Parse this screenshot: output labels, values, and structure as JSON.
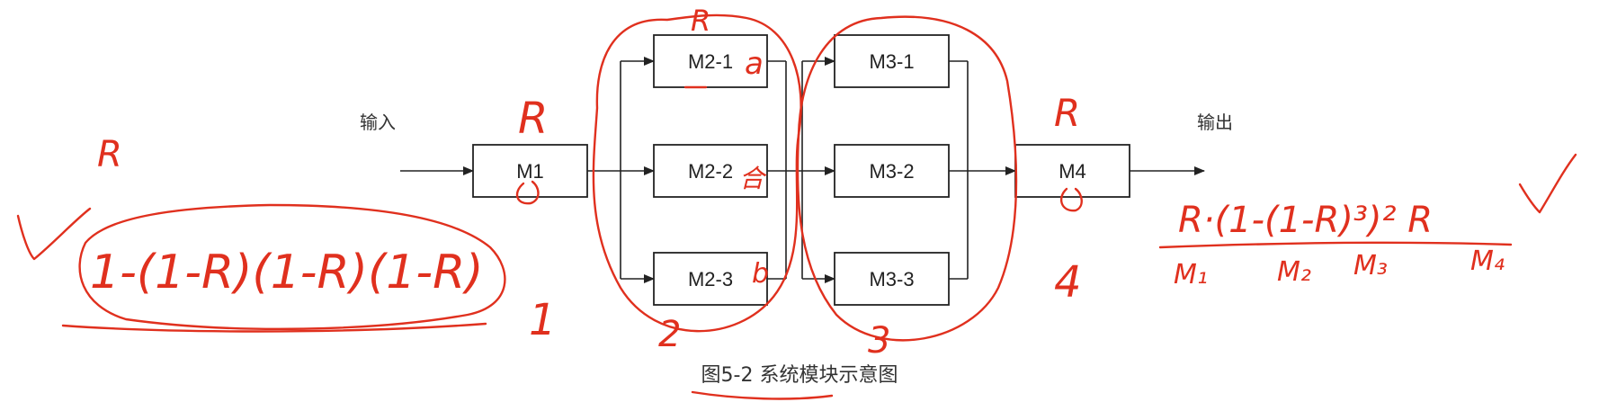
{
  "diagram": {
    "input_label": "输入",
    "output_label": "输出",
    "caption": "图5-2 系统模块示意图",
    "modules": {
      "m1": "M1",
      "m2_1": "M2-1",
      "m2_2": "M2-2",
      "m2_3": "M2-3",
      "m3_1": "M3-1",
      "m3_2": "M3-2",
      "m3_3": "M3-3",
      "m4": "M4"
    }
  },
  "annotations": {
    "r_left": "R",
    "r_m1": "R",
    "r_m2": "R",
    "r_m4": "R",
    "formula_parallel": "1-(1-R)(1-R)(1-R)",
    "formula_system": "R·(1-(1-R)³)²  R",
    "under_m1": "M₁",
    "under_m2": "M₂",
    "under_m3": "M₃",
    "under_m4": "M₄",
    "stage_1": "1",
    "stage_2": "2",
    "stage_3": "3",
    "stage_4": "4",
    "note_m2_1": "a",
    "note_m2_2": "合",
    "note_m2_3": "b"
  },
  "colors": {
    "ink": "#e0301e",
    "line": "#222222"
  }
}
